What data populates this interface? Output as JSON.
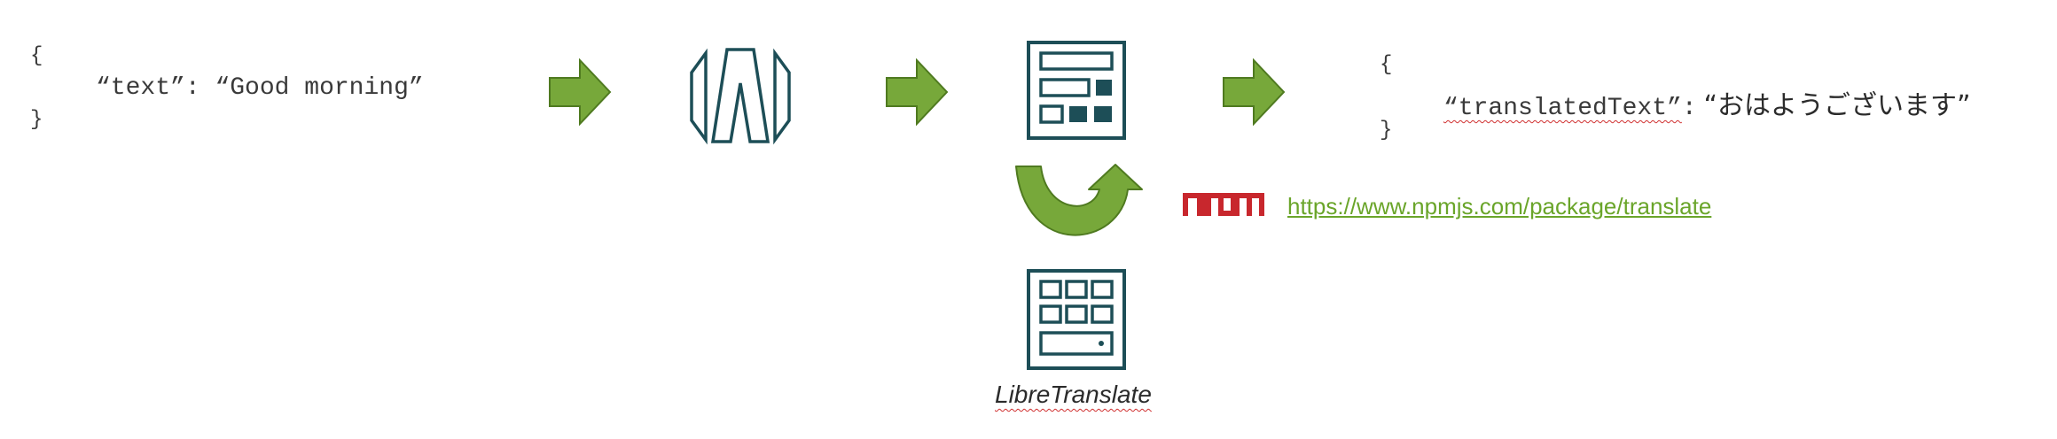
{
  "request": {
    "open_brace": "{",
    "key": "“text”",
    "colon": ":",
    "value": "“Good morning”",
    "close_brace": "}"
  },
  "response": {
    "open_brace": "{",
    "key": "“translatedText”",
    "colon": ":",
    "value": "“おはようございます”",
    "close_brace": "}"
  },
  "npm": {
    "logo_text": "npm",
    "link": "https://www.npmjs.com/package/translate"
  },
  "service": {
    "caption": "LibreTranslate"
  },
  "icons": {
    "gateway": "api-gateway-icon",
    "function": "function-server-icon",
    "server": "translate-server-icon",
    "arrow": "right-arrow-icon",
    "curve": "curved-arrow-icon"
  },
  "colors": {
    "arrow_green": "#77a83a",
    "arrow_green_dark": "#4f7a20",
    "icon_teal": "#1d4e57",
    "npm_red": "#c8272d",
    "link_green": "#6aa52a"
  }
}
